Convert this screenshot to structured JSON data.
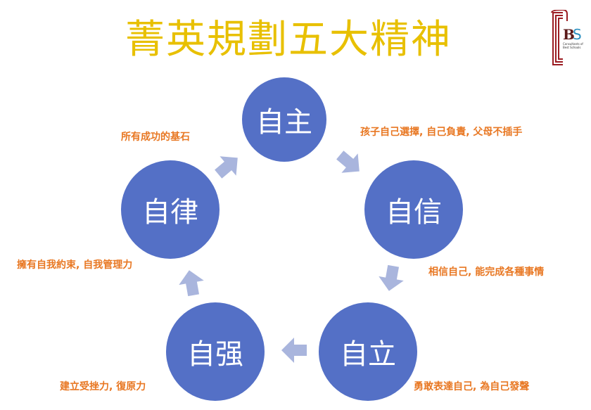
{
  "title": "菁英規劃五大精神",
  "logo": {
    "letters": "CBS",
    "tagline": "Consultants of Best Schools"
  },
  "nodes": [
    {
      "label": "自主",
      "note": "孩子自己選擇, 自己負責, 父母不插手"
    },
    {
      "label": "自信",
      "note": "相信自己, 能完成各種事情"
    },
    {
      "label": "自立",
      "note": "勇敢表達自己, 為自己發聲"
    },
    {
      "label": "自强",
      "note": "建立受挫力, 復原力"
    },
    {
      "label": "自律",
      "note": "擁有自我約束, 自我管理力"
    }
  ],
  "center_note": "所有成功的基石",
  "colors": {
    "circle": "#5470c6",
    "arrow": "#a9b5dd",
    "note": "#e87722",
    "title": "#e8c000"
  }
}
